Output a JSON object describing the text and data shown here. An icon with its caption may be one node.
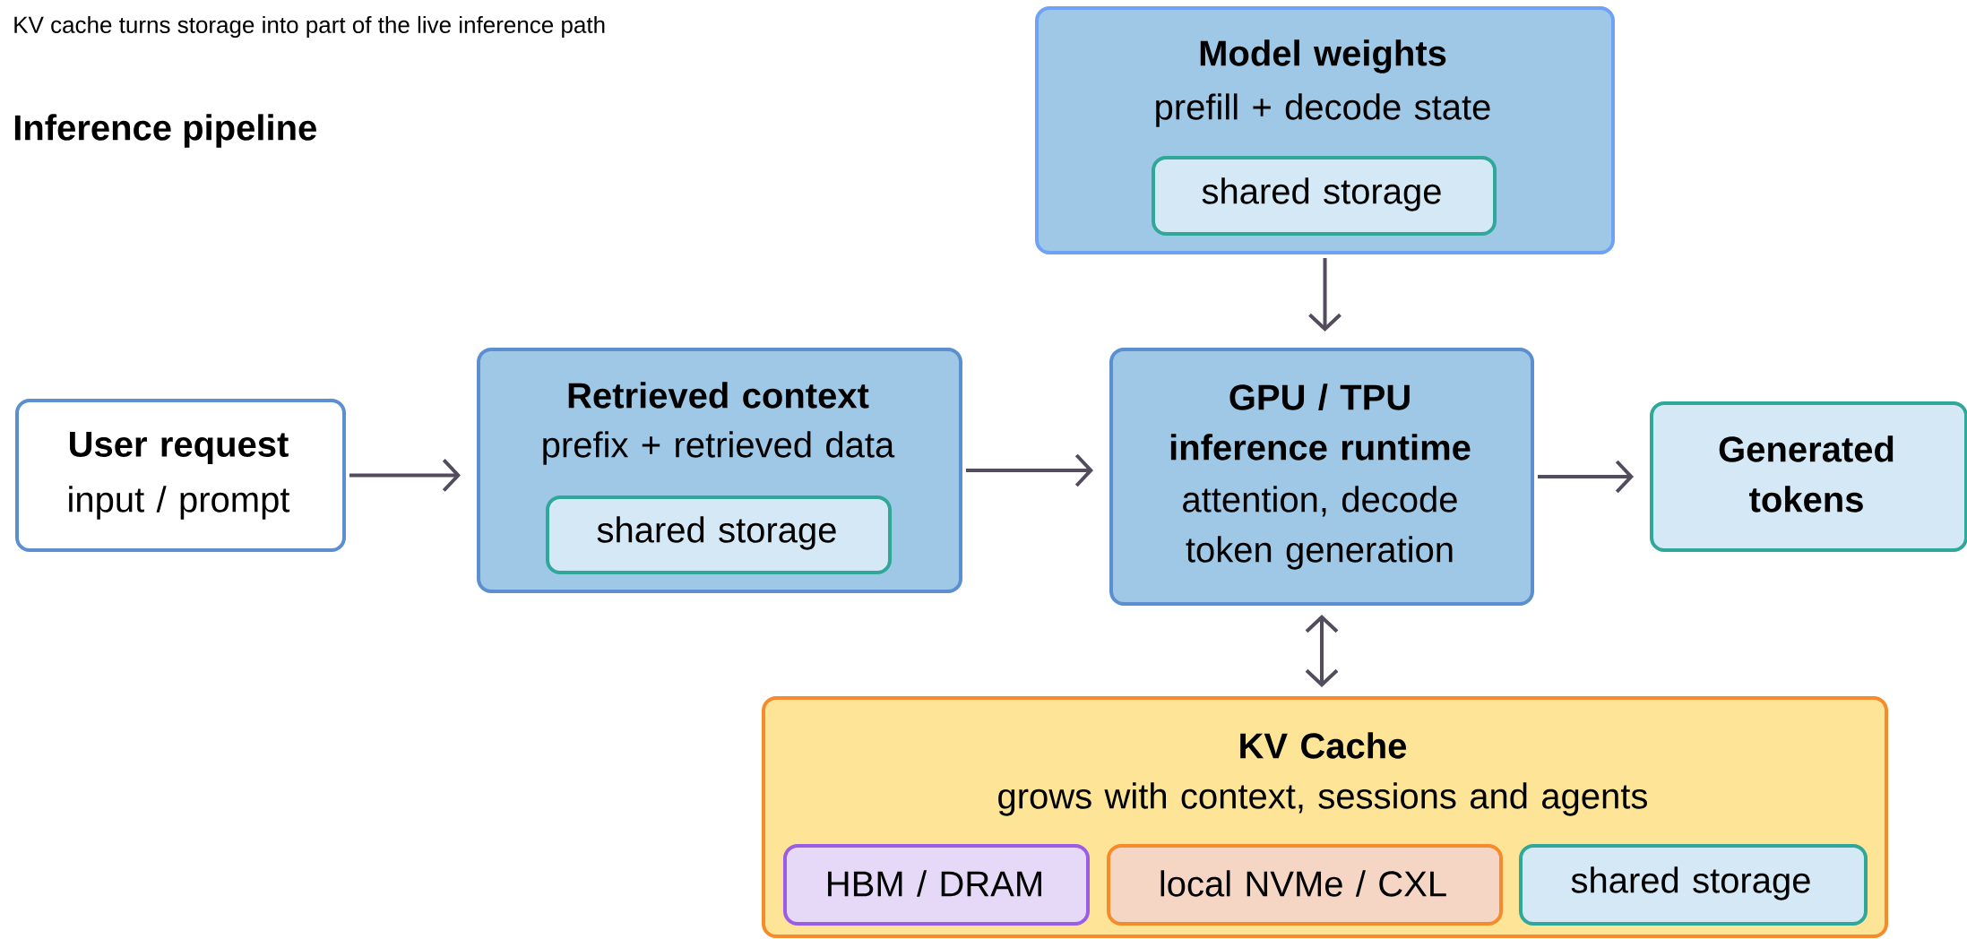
{
  "diagram": {
    "title": "KV cache turns storage into part of the live inference path",
    "nodes": [
      {
        "text": [
          "Model weights",
          "prefill + decode state"
        ]
      },
      {
        "text": [
          "shared storage"
        ],
        "in": 0
      },
      {
        "text": [
          "User request",
          "input / prompt"
        ]
      },
      {
        "text": [
          "Retrieved context",
          "prefix + retrieved data"
        ]
      },
      {
        "text": [
          "shared storage"
        ],
        "in": 3
      },
      {
        "text": [
          "GPU / TPU inference runtime",
          "attention, decode token generation"
        ]
      },
      {
        "text": [
          "Generated tokens"
        ]
      },
      {
        "text": [
          "KV Cache",
          "grows with context, sessions and agents"
        ]
      },
      {
        "text": [
          "HBM / DRAM"
        ],
        "in": 7
      },
      {
        "text": [
          "local NVMe / CXL"
        ],
        "in": 7
      },
      {
        "text": [
          "shared storage"
        ],
        "in": 7
      }
    ],
    "edges": [
      {
        "from": 2,
        "to": 3,
        "arrow": "to"
      },
      {
        "from": 3,
        "to": 5,
        "arrow": "to"
      },
      {
        "from": 0,
        "to": 5,
        "arrow": "to"
      },
      {
        "from": 5,
        "to": 6,
        "arrow": "to"
      },
      {
        "from": 5,
        "to": 7,
        "arrow": "both"
      }
    ],
    "labels": [
      "Inference pipeline"
    ]
  }
}
